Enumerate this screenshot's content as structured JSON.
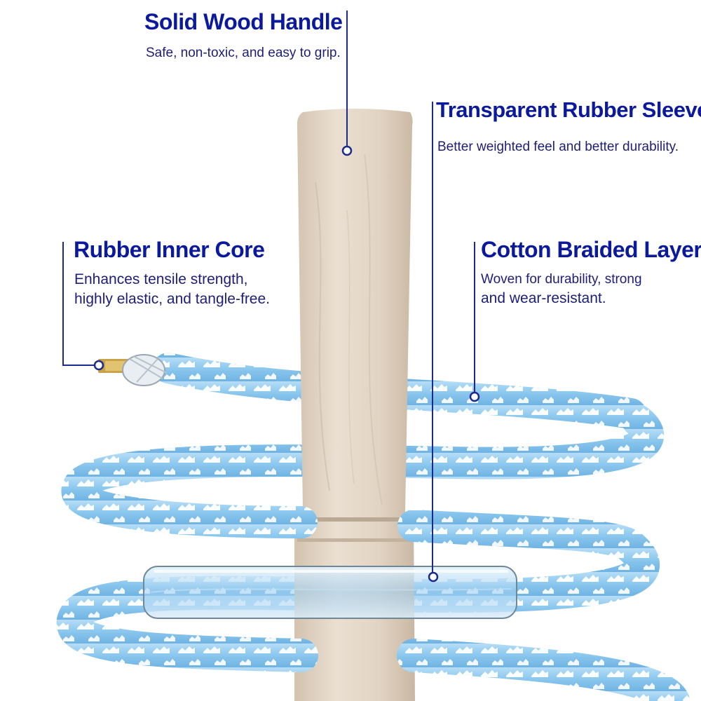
{
  "colors": {
    "label_title": "#0b1a9c",
    "label_text": "#1c1e7a",
    "leader_line": "#1c2a8c",
    "rope_blue": "#8ec9ef",
    "rope_white": "#ffffff",
    "wood": "#e3d6c6",
    "core_gold": "#c9a34a"
  },
  "callouts": {
    "wood_handle": {
      "title": "Solid Wood Handle",
      "lines": [
        "Safe, non-toxic, and easy to grip."
      ]
    },
    "rubber_sleeve": {
      "title": "Transparent Rubber Sleeve",
      "lines": [
        "Better weighted feel and better durability."
      ]
    },
    "inner_core": {
      "title": "Rubber Inner Core",
      "lines": [
        "Enhances tensile strength,",
        "highly elastic, and tangle-free."
      ]
    },
    "braided_layer": {
      "title": "Cotton Braided Layer",
      "lines": [
        "Woven for durability, strong",
        "and wear-resistant."
      ]
    }
  }
}
